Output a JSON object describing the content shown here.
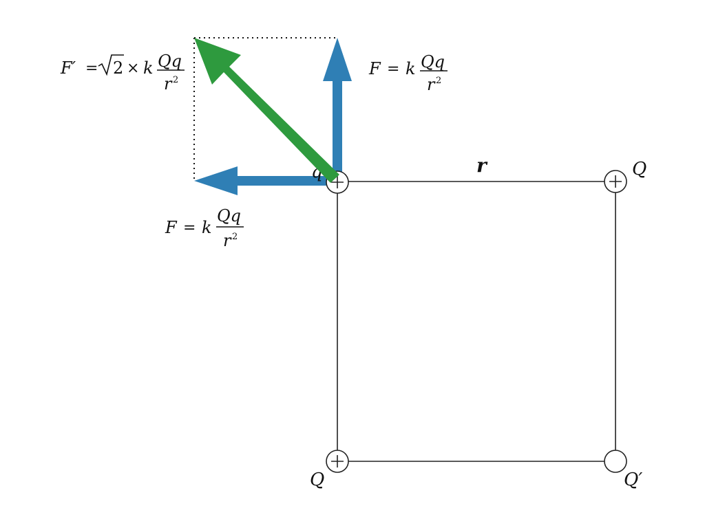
{
  "diagram": {
    "side_label": "r",
    "charge_top_right": "Q",
    "charge_bottom_left": "Q",
    "charge_bottom_right": "Q′",
    "charge_top_left_partial": "q",
    "plus_symbol": "+",
    "colors": {
      "component_arrow": "#2f7fb5",
      "resultant_arrow": "#2e9a3e",
      "square_line": "#222222"
    }
  },
  "formulas": {
    "resultant": {
      "lhs": "F′",
      "eq": "=",
      "sqrt_arg": "2",
      "times": "×",
      "k": "k",
      "numerator": "Qq",
      "denominator": "r",
      "exponent": "2"
    },
    "vertical": {
      "lhs": "F",
      "eq": "=",
      "k": "k",
      "numerator": "Qq",
      "denominator": "r",
      "exponent": "2"
    },
    "horizontal": {
      "lhs": "F",
      "eq": "=",
      "k": "k",
      "numerator": "Qq",
      "denominator": "r",
      "exponent": "2"
    }
  }
}
